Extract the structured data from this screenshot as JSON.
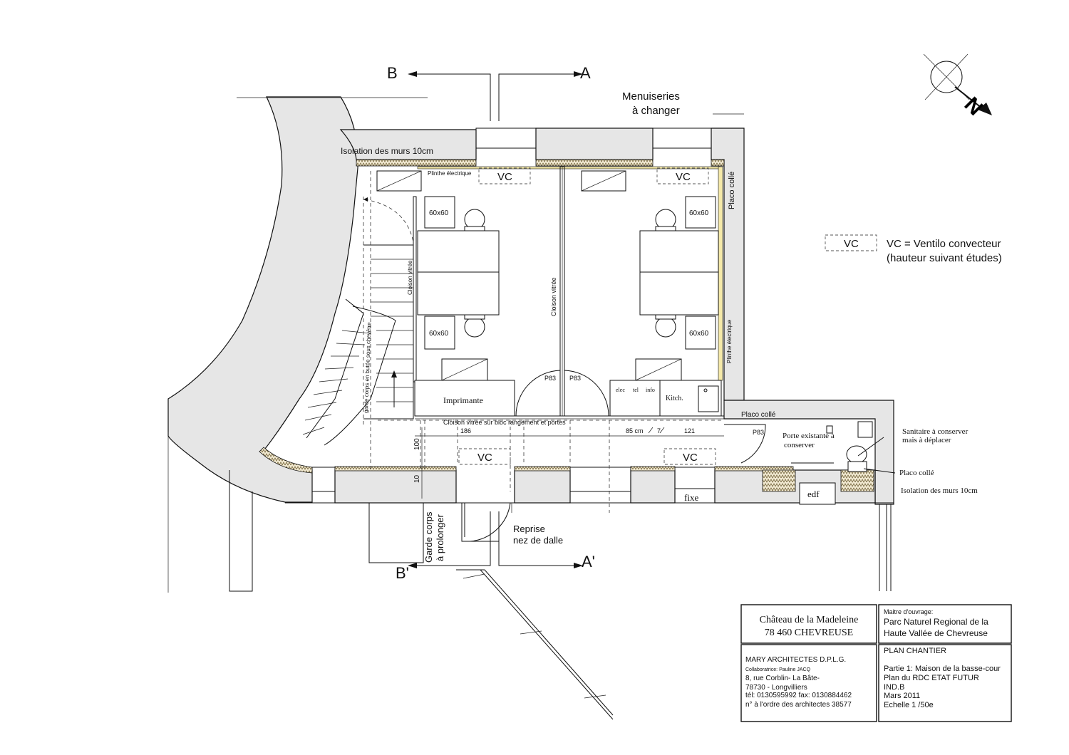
{
  "section_labels": {
    "b": "B",
    "a": "A",
    "b_prime": "B'",
    "a_prime": "A'"
  },
  "annotations": {
    "menuiseries": "Menuiseries",
    "a_changer": "à changer",
    "isolation_top": "Isolation des murs 10cm",
    "plinthe_top": "Plinthe électrique",
    "placo_right": "Placo collé",
    "plinthe_right": "Plinthe électrique",
    "placo_mid": "Placo collé",
    "cloison_vitree_1": "Cloison vitrée",
    "cloison_vitree_2": "Cloison vitrée",
    "garde_corps_stair": "garde corps en butée sous chevêtre",
    "cloison_bloc": "Cloison vitrée sur bloc rangement et portes",
    "imprimante": "Imprimante",
    "elec": "elec",
    "tel": "tel",
    "info": "info",
    "kitch": "Kitch.",
    "p83_a": "P83",
    "p83_b": "P83",
    "p83_c": "P83",
    "porte_1": "Porte existante à",
    "porte_2": "conserver",
    "sanitaire_1": "Sanitaire à conserver",
    "sanitaire_2": "mais à déplacer",
    "placo_right_low": "Placo collé",
    "isolation_bottom": "Isolation des murs 10cm",
    "edf": "edf",
    "fixe": "fixe",
    "reprise_1": "Reprise",
    "reprise_2": "nez de dalle",
    "garde_corps_1": "Garde corps",
    "garde_corps_2": "à prolonger"
  },
  "dimensions": {
    "d186": "186",
    "d85": "85 cm",
    "d7": "7",
    "d121": "121",
    "d100": "100",
    "d10": "10"
  },
  "equipment": {
    "vc": "VC",
    "grid": "60x60"
  },
  "legend": {
    "vc_box": "VC",
    "text_1": "VC = Ventilo convecteur",
    "text_2": "(hauteur suivant études)"
  },
  "north": {
    "letter": "N"
  },
  "title_block": {
    "project_name": "Château de la Madeleine",
    "project_city": "78 460 CHEVREUSE",
    "owner_label": "Maitre d'ouvrage:",
    "owner_1": "Parc Naturel Regional de la",
    "owner_2": "Haute Vallée de Chevreuse",
    "architect": "MARY ARCHITECTES D.P.L.G.",
    "collab": "Collaboratrice: Pauline JACQ",
    "addr_1": "8, rue Corblin- La Bâte-",
    "addr_2": "78730 - Longvilliers",
    "phone": "tél: 0130595992 fax: 0130884462",
    "order": "n° à l'ordre des architectes 38577",
    "sheet": "PLAN CHANTIER",
    "part": "Partie 1: Maison de la basse-cour",
    "plan": "Plan du RDC ETAT FUTUR",
    "index": "IND.B",
    "date": "Mars 2011",
    "scale": "Echelle 1 /50e"
  },
  "colors": {
    "wall_fill": "#e6e6e6",
    "line": "#111111",
    "insulation": "#d9c9a0"
  }
}
